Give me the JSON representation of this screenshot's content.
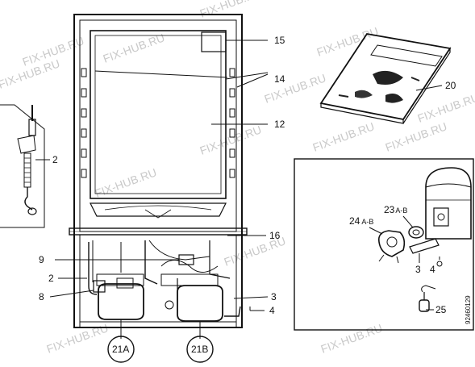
{
  "watermark": "FIX-HUB.RU",
  "labels": {
    "l15": "15",
    "l14": "14",
    "l12": "12",
    "l20": "20",
    "l2_left": "2",
    "l16": "16",
    "l9": "9",
    "l2_mid": "2",
    "l8": "8",
    "l3_right": "3",
    "l4_right": "4",
    "l21a": "21A",
    "l21b": "21B",
    "l24": "24",
    "l24_suffix": "A-B",
    "l23": "23",
    "l23_suffix": "A-B",
    "l3_box": "3",
    "l4_box": "4",
    "l25": "25"
  },
  "doc_code": "92460129"
}
